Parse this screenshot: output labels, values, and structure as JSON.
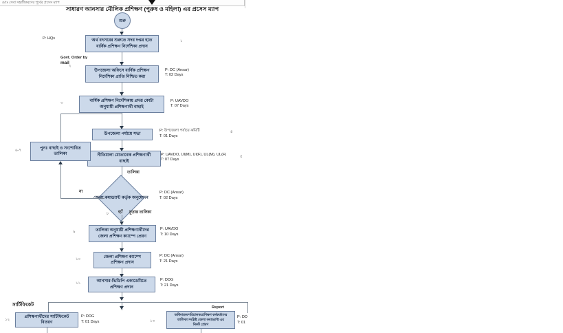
{
  "window": {
    "cropped_top_text": "মোঃ সেবা সহজীকরণের পূর্বের প্রসেস ম্যাপ"
  },
  "title": "সাধারণ আনসার মৌলিক প্রশিক্ষণ (পুরুষ ও মহিলা) এর প্রসেস ম্যাপ",
  "start_node": {
    "label": "শুরু"
  },
  "nodes": [
    {
      "id": "n1",
      "line1": "অর্থ বৎসরের শুরুতে সদর দপ্তর হতে",
      "line2": "বার্ষিক প্রশিক্ষণ নির্দেশিকা প্রদান",
      "performer": "P: HQs",
      "time": ""
    },
    {
      "id": "n2",
      "line1": "উপজেলা অফিসে বার্ষিক প্রশিক্ষণ",
      "line2": "নির্দেশিকা প্রাপ্তি নিশ্চিত করা",
      "performer": "P: DC (Ansar)",
      "time": "T: 02 Days"
    },
    {
      "id": "n3",
      "line1": "বার্ষিক প্রশিক্ষণ নির্দেশিকায় প্রদত্ত কোটা",
      "line2": "অনুযায়ী প্রশিক্ষণার্থী বাছাই",
      "performer": "P: UAVDO",
      "time": "T: 07 Days"
    },
    {
      "id": "n4",
      "line1": "উপজেলা পর্যায়ে সভা",
      "line2": "",
      "performer": "P: উপজেলা পর্যায়ে কমিটি",
      "time": "T: 01 Days"
    },
    {
      "id": "n5",
      "line1": "নীতিমালা মোতাবেক প্রশিক্ষণার্থী",
      "line2": "বাছাই",
      "performer": "P: UAVDO, UI(M), UI(F), UL(M), UL(F)",
      "time": "T: 07 Days"
    },
    {
      "id": "n6",
      "line1": "তালিকা অনুযায়ী প্রশিক্ষণার্থীদের",
      "line2": "জেলা প্রশিক্ষণ ক্যাম্পে প্রেরণ",
      "performer": "P: UAVDO",
      "time": "T: 10 Days"
    },
    {
      "id": "n7",
      "line1": "জেলা প্রশিক্ষণ ক্যাম্পে",
      "line2": "প্রশিক্ষণ প্রদান",
      "performer": "P: DC (Ansar)",
      "time": "T: 21 Days"
    },
    {
      "id": "n8",
      "line1": "আনসার-ভিডিপি একাডেমিতে",
      "line2": "প্রশিক্ষণ প্রদান",
      "performer": "P: DDG",
      "time": "T: 21 Days"
    },
    {
      "id": "n9",
      "line1": "প্রশিক্ষণার্থীদের সার্টিফিকেট",
      "line2": "বিতরণ",
      "performer": "P: DDG",
      "time": "T: 01 Days"
    },
    {
      "id": "n10",
      "line1": "অধিনায়ক/পরিচালক/প্রশিক্ষণ কর্মকর্তাদের",
      "line2": "তালিকা সংশ্লিষ্ট জেলা কমান্ড্যান্ট এর",
      "line3": "নিকট প্রেরণ",
      "performer": "P: DD",
      "time": "T: 01"
    }
  ],
  "rework_node": {
    "line1": "পুনঃ বাছাই ও সংশোধিত",
    "line2": "তালিকা"
  },
  "decision": {
    "line1": "জেলা কমান্ড্যান্ট",
    "line2": "কর্তৃক",
    "line3": "অনুমোদন",
    "performer": "P: DC (Ansar)",
    "time": "T: 02 Days",
    "yes_label": "হ্যাঁ",
    "no_label": "না"
  },
  "edge_labels": {
    "list_in": "তালিকা",
    "final_list": "চূড়ান্ত তালিকা",
    "govt_order_line1": "Govt. Order by",
    "govt_order_line2": "mail",
    "report": "Report"
  },
  "section_labels": {
    "certificate": "সার্টিফিকেট"
  },
  "step_markers": [
    "১",
    "২",
    "৩",
    "৪",
    "৫",
    "৬",
    "৭",
    "৮",
    "৯",
    "১০",
    "১১",
    "১২"
  ],
  "colors": {
    "node_fill": "#ccd9ea",
    "node_stroke": "#6b7f9e",
    "connector": "#7b8794",
    "text": "#10233f",
    "background": "#ffffff"
  }
}
